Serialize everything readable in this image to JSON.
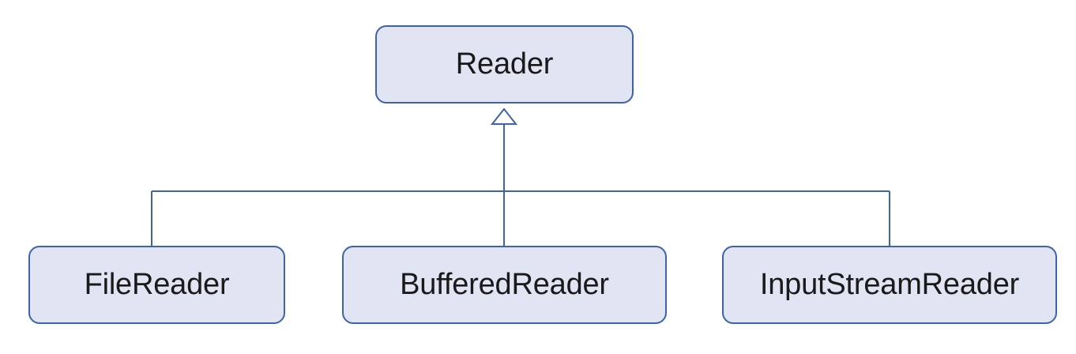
{
  "diagram": {
    "type": "class-hierarchy",
    "colors": {
      "stroke": "#3e63a6",
      "fill": "#e0e4f3",
      "text": "#1a1a1a",
      "background": "#ffffff"
    },
    "parent": {
      "label": "Reader"
    },
    "children": [
      {
        "label": "FileReader"
      },
      {
        "label": "BufferedReader"
      },
      {
        "label": "InputStreamReader"
      }
    ],
    "relationship": "inheritance"
  }
}
